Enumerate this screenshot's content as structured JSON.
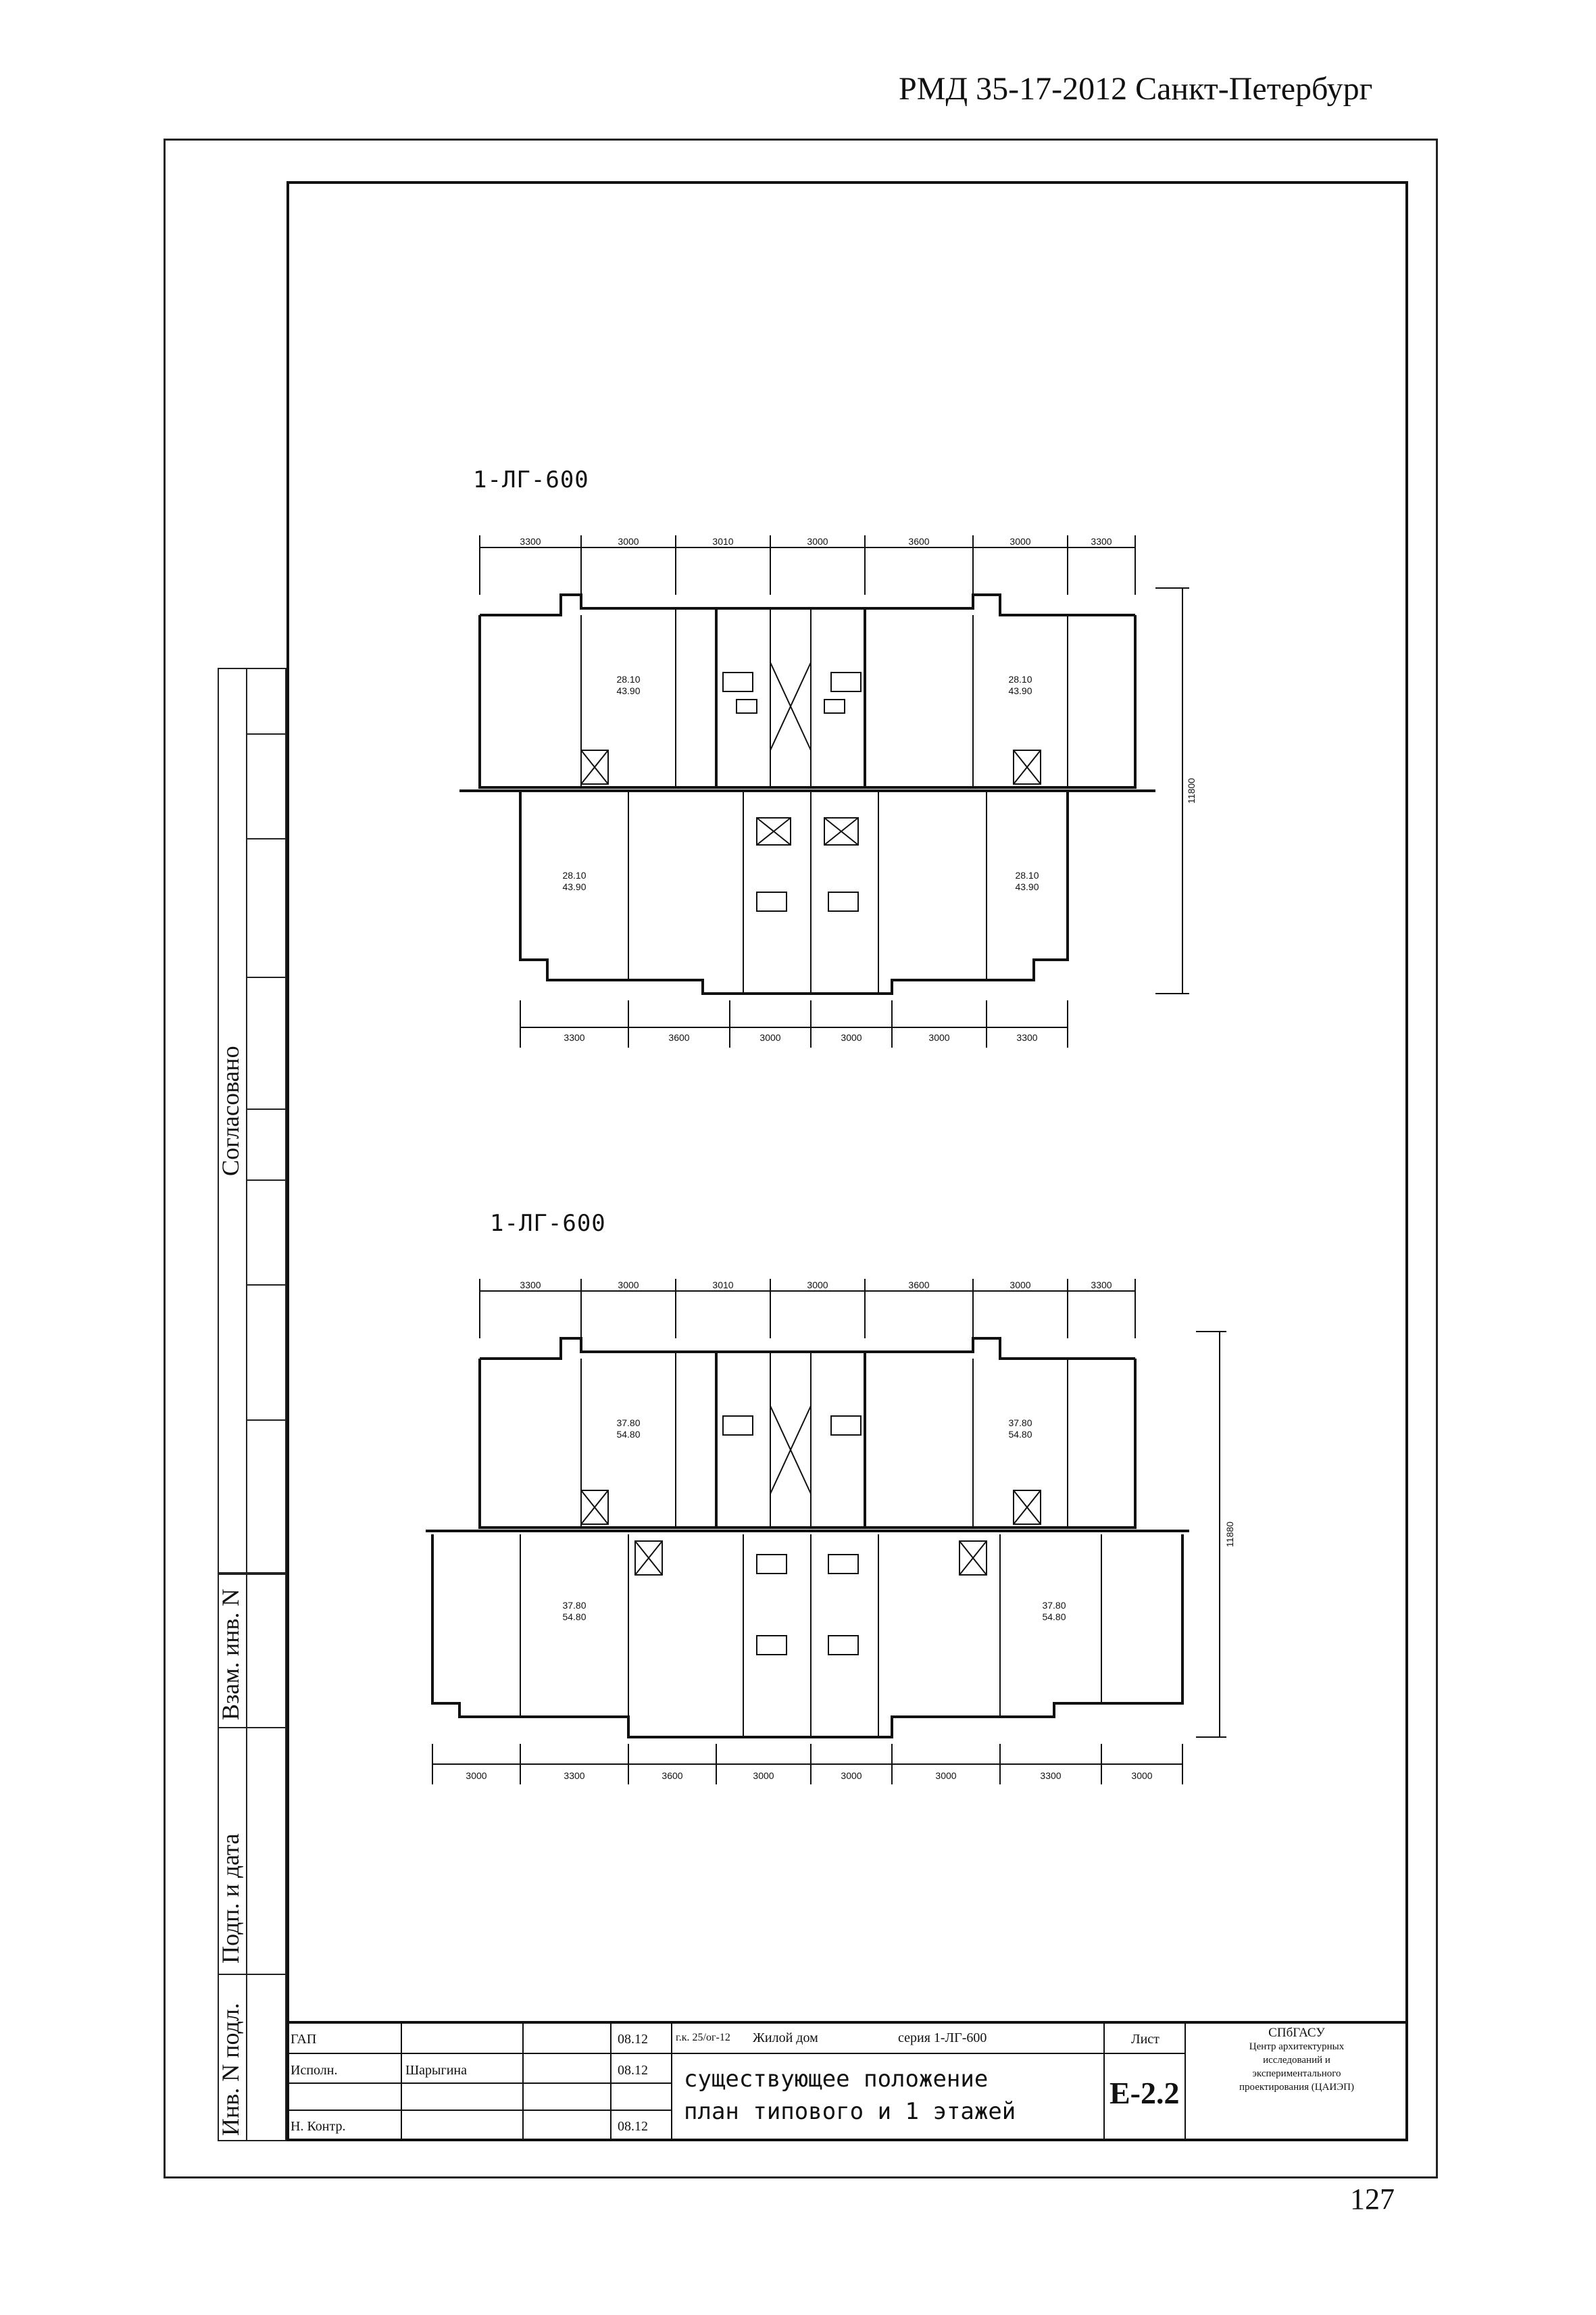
{
  "document": {
    "header_code": "РМД 35-17-2012 Санкт-Петербург",
    "page_number": "127"
  },
  "plans": [
    {
      "label": "1-ЛГ-600",
      "top_dims": [
        "3300",
        "3000",
        "3010",
        "3000",
        "3600",
        "3000",
        "3300"
      ],
      "bottom_dims": [
        "3300",
        "3600",
        "3000",
        "3000",
        "3000",
        "3300"
      ],
      "height_dim": "11800",
      "apartments": [
        {
          "living": "28.10",
          "total": "43.90"
        },
        {
          "living": "28.10",
          "total": "43.90"
        },
        {
          "living": "28.10",
          "total": "43.90"
        },
        {
          "living": "28.10",
          "total": "43.90"
        }
      ]
    },
    {
      "label": "1-ЛГ-600",
      "top_dims": [
        "3300",
        "3000",
        "3010",
        "3000",
        "3600",
        "3000",
        "3300"
      ],
      "bottom_dims": [
        "3000",
        "3300",
        "3600",
        "3000",
        "3000",
        "3000",
        "3300",
        "3000"
      ],
      "height_dim": "11880",
      "apartments": [
        {
          "living": "37.80",
          "total": "54.80"
        },
        {
          "living": "37.80",
          "total": "54.80"
        },
        {
          "living": "37.80",
          "total": "54.80"
        },
        {
          "living": "37.80",
          "total": "54.80"
        }
      ]
    }
  ],
  "side_stamp": {
    "agreed": "Согласовано",
    "replaced_inv": "Взам. инв. N",
    "sign_date": "Подп. и дата",
    "inv_original": "Инв. N подл."
  },
  "title_block": {
    "rows": [
      {
        "role": "ГАП",
        "name": "",
        "date": "08.12"
      },
      {
        "role": "Исполн.",
        "name": "Шарыгина",
        "date": "08.12"
      },
      {
        "role": "Н. Контр.",
        "name": "",
        "date": "08.12"
      }
    ],
    "doc_ref": "г.к. 25/ог-12",
    "object": "Жилой дом",
    "series": "серия 1-ЛГ-600",
    "title_line1": "существующее положение",
    "title_line2": "план типового и 1 этажей",
    "sheet_label": "Лист",
    "sheet_code": "Е-2.2",
    "org_lines": [
      "СПбГАСУ",
      "Центр архитектурных",
      "исследований и",
      "экспериментального",
      "проектирования (ЦАИЭП)"
    ]
  }
}
